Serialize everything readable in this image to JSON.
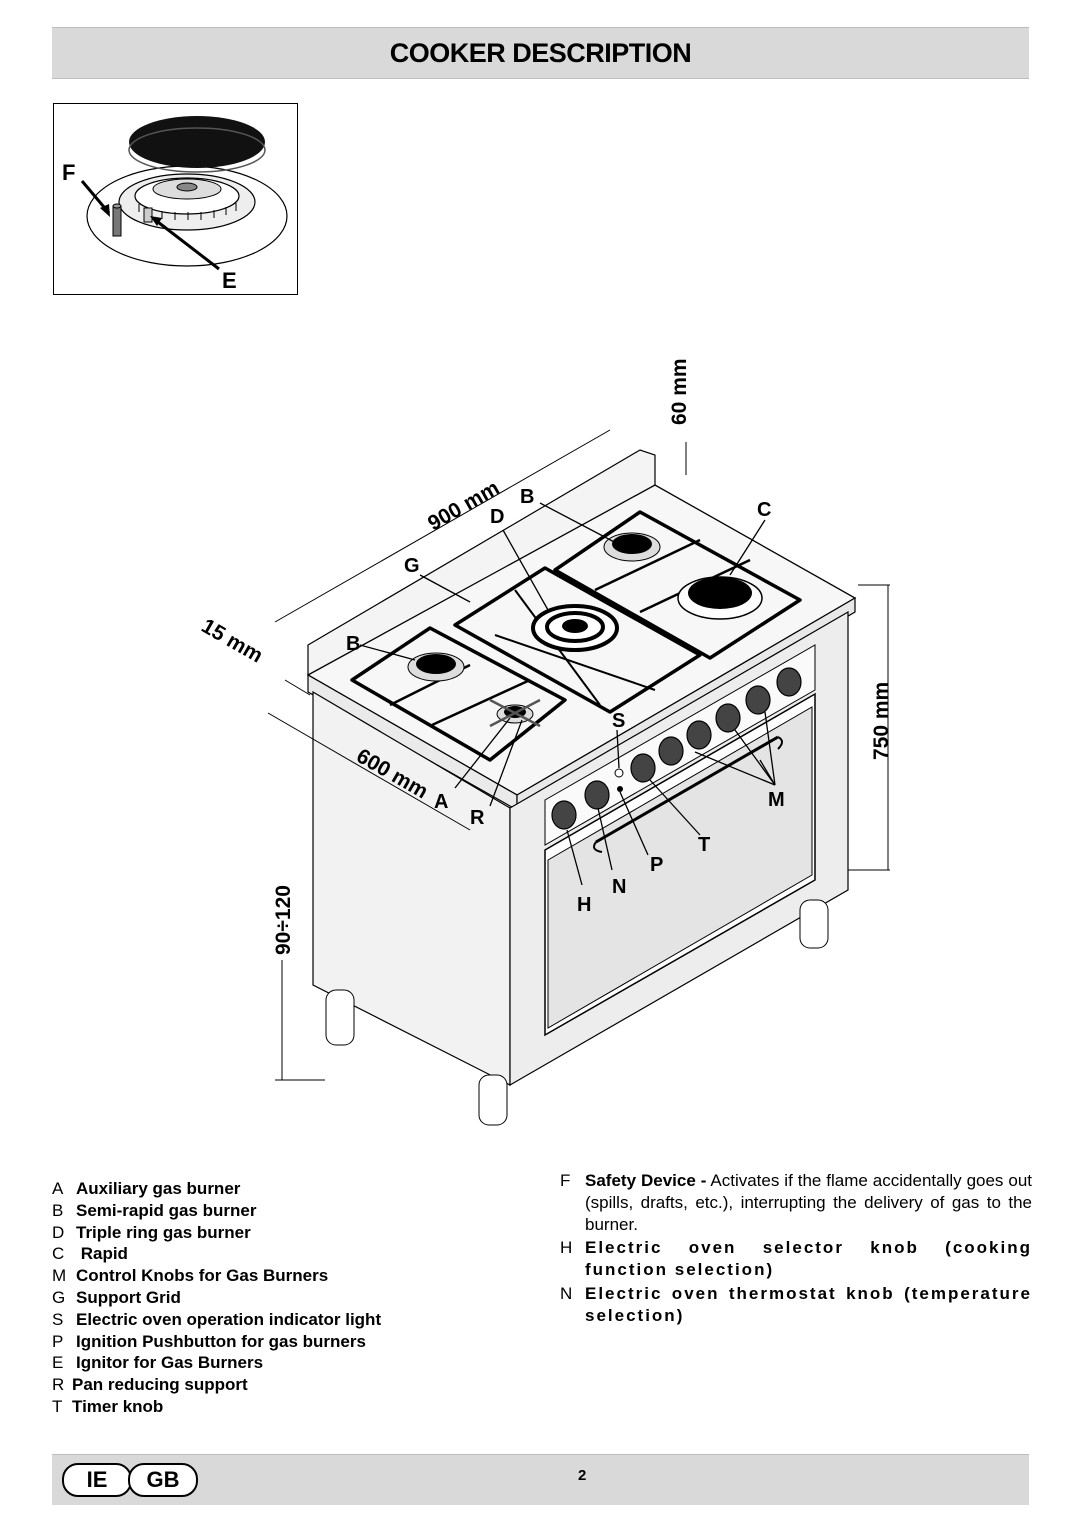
{
  "title": "COOKER DESCRIPTION",
  "inset_labels": {
    "f": "F",
    "e": "E"
  },
  "dimensions": {
    "top": "60 mm",
    "width": "900 mm",
    "depth": "600 mm",
    "lip": "15 mm",
    "height": "750 mm",
    "feet": "90÷120"
  },
  "figure_labels": {
    "b_top": "B",
    "c": "C",
    "d": "D",
    "g": "G",
    "b_left": "B",
    "s": "S",
    "a": "A",
    "r": "R",
    "m": "M",
    "t": "T",
    "p": "P",
    "n": "N",
    "h": "H"
  },
  "legend_left": [
    {
      "key": "A",
      "text": "Auxiliary gas burner"
    },
    {
      "key": "B",
      "text": "Semi-rapid gas burner"
    },
    {
      "key": "D",
      "text": "Triple ring gas burner"
    },
    {
      "key": "C",
      "text": " Rapid"
    },
    {
      "key": "M",
      "text": "Control Knobs for Gas Burners"
    },
    {
      "key": "G",
      "text": "Support Grid"
    },
    {
      "key": "S",
      "text": "Electric oven operation indicator light"
    },
    {
      "key": "P",
      "text": "Ignition Pushbutton for gas burners"
    },
    {
      "key": "E",
      "text": "Ignitor for Gas Burners"
    },
    {
      "key": "R",
      "text": "Pan reducing support"
    },
    {
      "key": "T",
      "text": "Timer knob"
    }
  ],
  "legend_right": {
    "f_key": "F",
    "f_bold": "Safety Device -",
    "f_text": " Activates if the flame accidentally goes out (spills, drafts, etc.), interrupting the delivery of gas to the burner.",
    "h_key": "H",
    "h_text": "Electric oven selector knob (cooking function selection)",
    "n_key": "N",
    "n_text": "Electric oven thermostat knob (temperature selection)"
  },
  "footer": {
    "lang1": "IE",
    "lang2": "GB",
    "page": "2"
  }
}
